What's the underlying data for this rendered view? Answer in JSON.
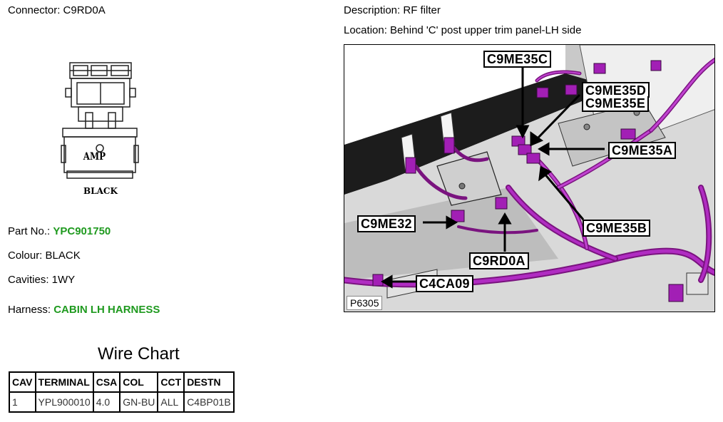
{
  "header": {
    "connector": "Connector: C9RD0A",
    "description": "Description: RF filter",
    "location": "Location: Behind 'C' post upper trim panel-LH side"
  },
  "connector_drawing": {
    "brand_label": "AMP",
    "color_label": "BLACK"
  },
  "details": {
    "part_label": "Part No.:",
    "part_value": "YPC901750",
    "colour": "Colour: BLACK",
    "cavities": "Cavities: 1WY",
    "harness_label": "Harness:",
    "harness_value": "CABIN LH HARNESS"
  },
  "wire_chart": {
    "title": "Wire Chart",
    "columns": [
      "CAV",
      "TERMINAL",
      "CSA",
      "COL",
      "CCT",
      "DESTN"
    ],
    "rows": [
      [
        "1",
        "YPL900010",
        "4.0",
        "GN-BU",
        "ALL",
        "C4BP01B"
      ]
    ]
  },
  "photo": {
    "callouts": {
      "c9me35c": "C9ME35C",
      "c9me35d": "C9ME35D",
      "c9me35e": "C9ME35E",
      "c9me35a": "C9ME35A",
      "c9me32": "C9ME32",
      "c9me35b": "C9ME35B",
      "c9rd0a": "C9RD0A",
      "c4ca09": "C4CA09"
    },
    "figure_id": "P6305",
    "colors": {
      "harness": "#a020b0",
      "panel": "#d4d4d4",
      "dark": "#222222"
    }
  }
}
